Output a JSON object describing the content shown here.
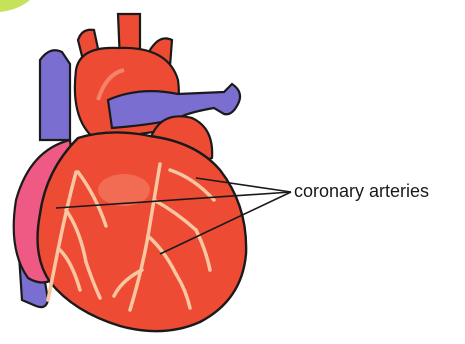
{
  "diagram": {
    "label": "coronary arteries"
  },
  "colors": {
    "heart_red": "#ee4b35",
    "heart_shadow": "#d83a26",
    "vein_purple": "#7a6fd0",
    "atrium_pink": "#ee5a83",
    "artery_cream": "#f8c6a0",
    "corner_green": "#c6e25a"
  },
  "parts": [
    "heart",
    "aorta",
    "vena cava",
    "pulmonary artery",
    "right atrium",
    "coronary arteries"
  ]
}
